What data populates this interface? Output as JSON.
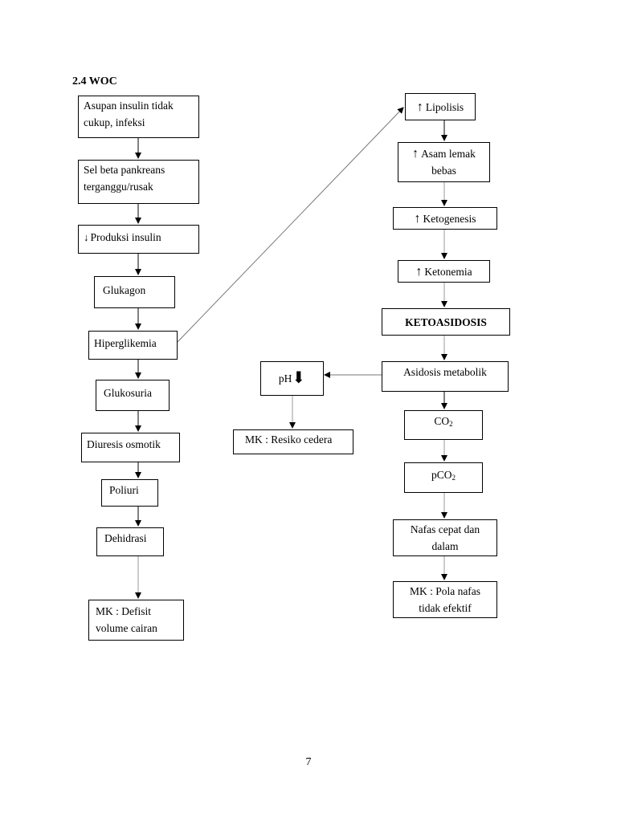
{
  "heading": "2.4 WOC",
  "left_column": {
    "asupan": "Asupan insulin tidak cukup, infeksi",
    "sel_beta": "Sel beta pankreans terganggu/rusak",
    "produksi": "Produksi insulin",
    "glukagon": "Glukagon",
    "hiperglikemia": "Hiperglikemia",
    "glukosuria": "Glukosuria",
    "diuresis": "Diuresis osmotik",
    "poliuri": "Poliuri",
    "dehidrasi": "Dehidrasi",
    "mk_defisit": "MK :  Defisit volume cairan"
  },
  "middle": {
    "ph": "pH",
    "mk_resiko": "MK : Resiko cedera"
  },
  "right_column": {
    "lipolisis": "Lipolisis",
    "asam_lemak": "Asam lemak bebas",
    "ketogenesis": "Ketogenesis",
    "ketonemia": "Ketonemia",
    "ketoasidosis": "KETOASIDOSIS",
    "asidosis": "Asidosis metabolik",
    "co2_base": "CO",
    "co2_sub": "2",
    "pco2_base": "pCO",
    "pco2_sub": "2",
    "nafas": "Nafas cepat dan dalam",
    "mk_pola": "MK : Pola nafas tidak efektif"
  },
  "symbols": {
    "up_arrow": "↑",
    "down_arrow": "↓",
    "ph_arrow": "⬇"
  },
  "page_number": "7"
}
